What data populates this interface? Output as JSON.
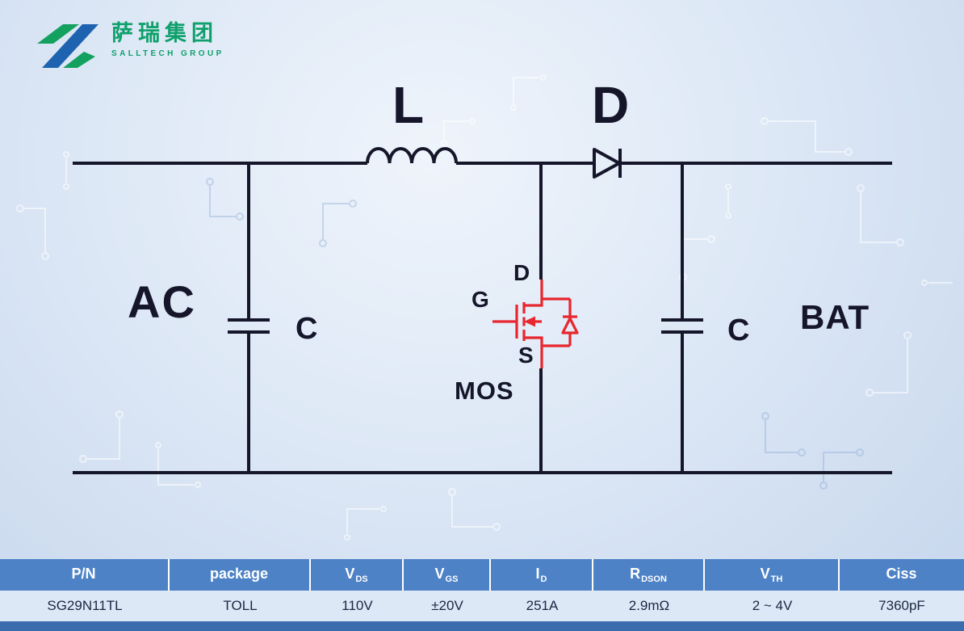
{
  "logo": {
    "chinese": "萨瑞集团",
    "english": "SALLTECH GROUP"
  },
  "circuit": {
    "labels": {
      "ac": "AC",
      "cap_left": "C",
      "inductor": "L",
      "diode": "D",
      "cap_right": "C",
      "bat": "BAT",
      "gate": "G",
      "drain": "D",
      "source": "S",
      "mos": "MOS"
    }
  },
  "table": {
    "headers": [
      {
        "main": "P/N",
        "sub": ""
      },
      {
        "main": "package",
        "sub": ""
      },
      {
        "main": "V",
        "sub": "DS"
      },
      {
        "main": "V",
        "sub": "GS"
      },
      {
        "main": "I",
        "sub": "D"
      },
      {
        "main": "R",
        "sub": "DSON"
      },
      {
        "main": "V",
        "sub": "TH"
      },
      {
        "main": "Ciss",
        "sub": ""
      }
    ],
    "row": [
      "SG29N11TL",
      "TOLL",
      "110V",
      "±20V",
      "251A",
      "2.9mΩ",
      "2 ~ 4V",
      "7360pF"
    ]
  },
  "colors": {
    "accent_red": "#e8262d",
    "wire": "#16162a",
    "logo_green": "#0fa06c",
    "logo_blue": "#1e63b0",
    "table_header_blue": "#4d82c6",
    "table_row_bg": "#dde8f7",
    "table_strip_blue": "#3a6cae",
    "background_blue": "#d8e3f3"
  }
}
